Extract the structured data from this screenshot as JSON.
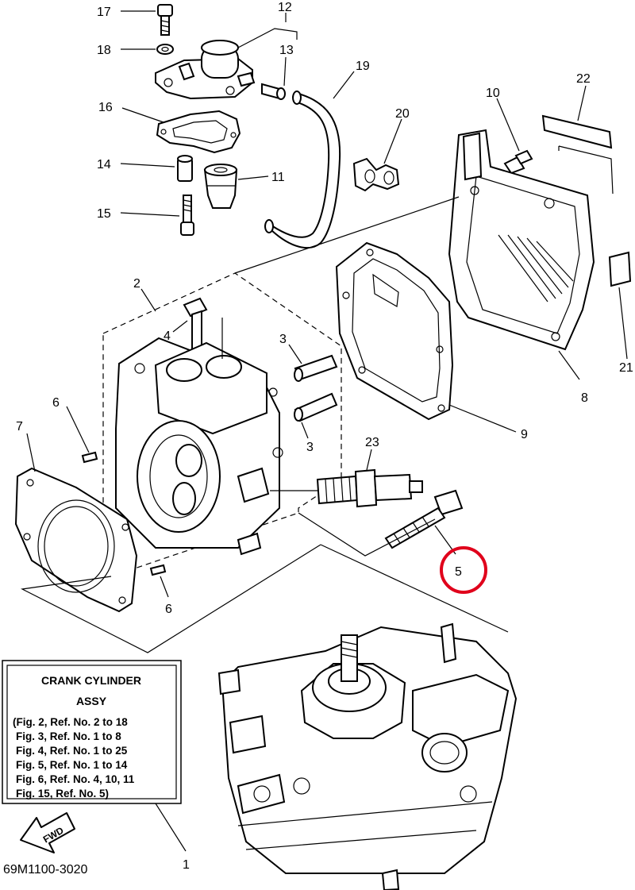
{
  "callouts": {
    "c17": "17",
    "c18": "18",
    "c12": "12",
    "c13": "13",
    "c19": "19",
    "c16": "16",
    "c14": "14",
    "c11": "11",
    "c15": "15",
    "c20": "20",
    "c10": "10",
    "c22": "22",
    "c2": "2",
    "c4": "4",
    "c3a": "3",
    "c3b": "3",
    "c21": "21",
    "c8": "8",
    "c6a": "6",
    "c7": "7",
    "c9": "9",
    "c23": "23",
    "c5": "5",
    "c6b": "6",
    "c1": "1"
  },
  "info_box": {
    "title_line1": "CRANK CYLINDER",
    "title_line2": "ASSY",
    "refs": [
      "(Fig. 2, Ref. No. 2 to 18",
      "Fig. 3, Ref. No. 1 to 8",
      "Fig. 4, Ref. No. 1 to 25",
      "Fig. 5, Ref. No. 1 to 14",
      "Fig. 6, Ref. No. 4, 10, 11",
      "Fig. 15, Ref. No. 5)"
    ]
  },
  "fwd_label": "FWD",
  "diagram_code": "69M1100-3020",
  "highlight_color": "#e0001b"
}
